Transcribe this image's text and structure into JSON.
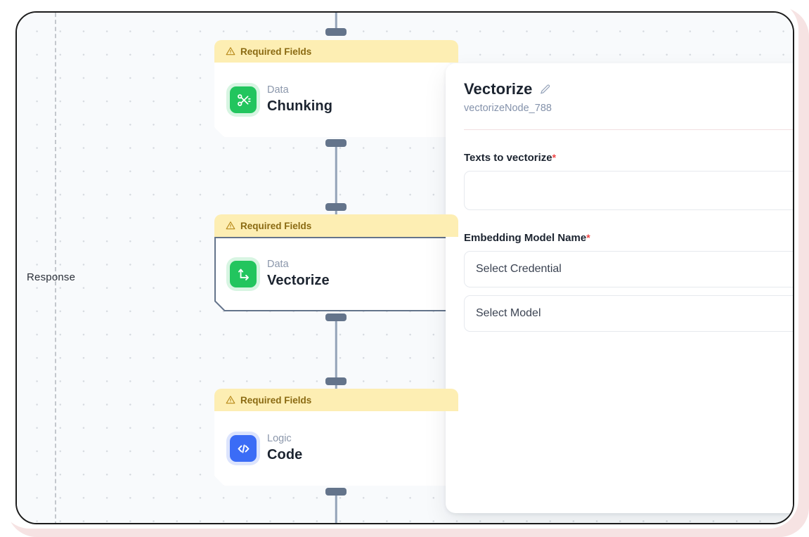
{
  "canvas": {
    "response_label": "Response",
    "nodes": [
      {
        "warning": "Required Fields",
        "warning_icon": "warning-triangle-icon",
        "category": "Data",
        "title": "Chunking",
        "icon": "scissors-icon",
        "icon_color": "#22c55e",
        "selected": false
      },
      {
        "warning": "Required Fields",
        "warning_icon": "warning-triangle-icon",
        "category": "Data",
        "title": "Vectorize",
        "icon": "vector-axes-icon",
        "icon_color": "#22c55e",
        "selected": true
      },
      {
        "warning": "Required Fields",
        "warning_icon": "warning-triangle-icon",
        "category": "Logic",
        "title": "Code",
        "icon": "code-brackets-icon",
        "icon_color": "#3b6cf6",
        "selected": false
      }
    ]
  },
  "panel": {
    "title": "Vectorize",
    "edit_icon": "pencil-icon",
    "help_icon": "question-circle-icon",
    "subtitle": "vectorizeNode_788",
    "fields": [
      {
        "label": "Texts to vectorize",
        "required": true,
        "required_marker": "*",
        "type": "textarea",
        "value": ""
      },
      {
        "label": "Embedding Model Name",
        "required": true,
        "required_marker": "*",
        "type": "group",
        "selects": [
          {
            "placeholder": "Select Credential",
            "value": "Select Credential"
          },
          {
            "placeholder": "Select Model",
            "value": "Select Model"
          }
        ]
      }
    ]
  },
  "colors": {
    "warning_bg": "#fdeeb3",
    "warning_text": "#8a6a12",
    "canvas_bg": "#f8fafc",
    "accent_green": "#22c55e",
    "accent_blue": "#3b6cf6",
    "required_red": "#ef4444",
    "handle": "#64748b"
  }
}
